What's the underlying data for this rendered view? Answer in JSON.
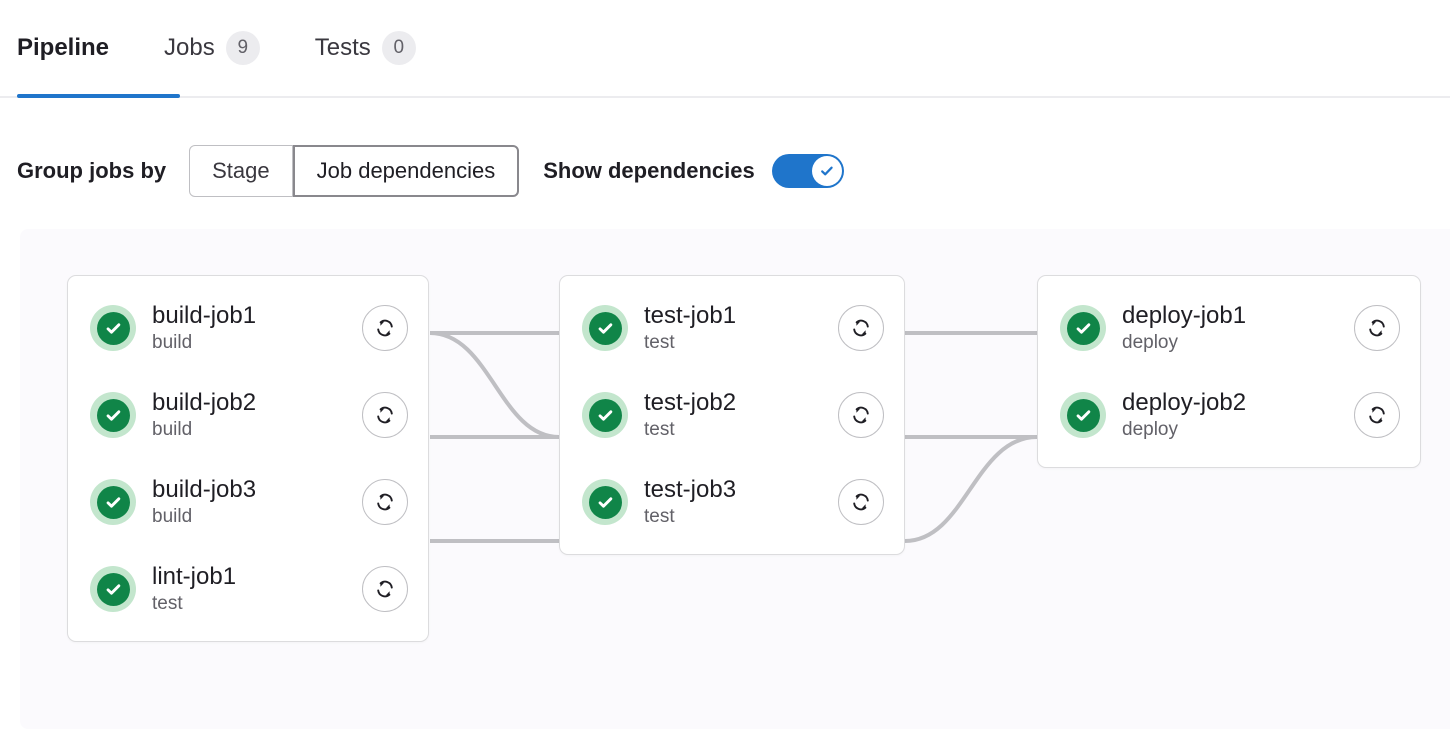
{
  "tabs": [
    {
      "label": "Pipeline",
      "badge": null,
      "active": true
    },
    {
      "label": "Jobs",
      "badge": "9",
      "active": false
    },
    {
      "label": "Tests",
      "badge": "0",
      "active": false
    }
  ],
  "toolbar": {
    "group_jobs_by_label": "Group jobs by",
    "segmented": [
      {
        "label": "Stage",
        "selected": false
      },
      {
        "label": "Job dependencies",
        "selected": true
      }
    ],
    "show_dependencies_label": "Show dependencies",
    "show_dependencies_on": true,
    "toggle_icon": "check-icon"
  },
  "colors": {
    "accent_blue": "#1f75cb",
    "status_green": "#108548",
    "status_green_light": "#c3e6cd",
    "edge_gray": "#bfbfc3",
    "badge_gray": "#ececef",
    "canvas_bg": "#fbfafd"
  },
  "graph": {
    "columns": [
      {
        "id": "build",
        "jobs": [
          {
            "name": "build-job1",
            "stage": "build",
            "status": "success",
            "status_icon": "status-success-icon",
            "retry_icon": "retry-icon"
          },
          {
            "name": "build-job2",
            "stage": "build",
            "status": "success",
            "status_icon": "status-success-icon",
            "retry_icon": "retry-icon"
          },
          {
            "name": "build-job3",
            "stage": "build",
            "status": "success",
            "status_icon": "status-success-icon",
            "retry_icon": "retry-icon"
          },
          {
            "name": "lint-job1",
            "stage": "test",
            "status": "success",
            "status_icon": "status-success-icon",
            "retry_icon": "retry-icon"
          }
        ]
      },
      {
        "id": "test",
        "jobs": [
          {
            "name": "test-job1",
            "stage": "test",
            "status": "success",
            "status_icon": "status-success-icon",
            "retry_icon": "retry-icon"
          },
          {
            "name": "test-job2",
            "stage": "test",
            "status": "success",
            "status_icon": "status-success-icon",
            "retry_icon": "retry-icon"
          },
          {
            "name": "test-job3",
            "stage": "test",
            "status": "success",
            "status_icon": "status-success-icon",
            "retry_icon": "retry-icon"
          }
        ]
      },
      {
        "id": "deploy",
        "jobs": [
          {
            "name": "deploy-job1",
            "stage": "deploy",
            "status": "success",
            "status_icon": "status-success-icon",
            "retry_icon": "retry-icon"
          },
          {
            "name": "deploy-job2",
            "stage": "deploy",
            "status": "success",
            "status_icon": "status-success-icon",
            "retry_icon": "retry-icon"
          }
        ]
      }
    ],
    "edges": [
      {
        "from": "build-job1",
        "to": "test-job1"
      },
      {
        "from": "build-job1",
        "to": "test-job2"
      },
      {
        "from": "build-job2",
        "to": "test-job2"
      },
      {
        "from": "build-job3",
        "to": "test-job3"
      },
      {
        "from": "test-job1",
        "to": "deploy-job1"
      },
      {
        "from": "test-job2",
        "to": "deploy-job2"
      },
      {
        "from": "test-job3",
        "to": "deploy-job2"
      }
    ]
  }
}
